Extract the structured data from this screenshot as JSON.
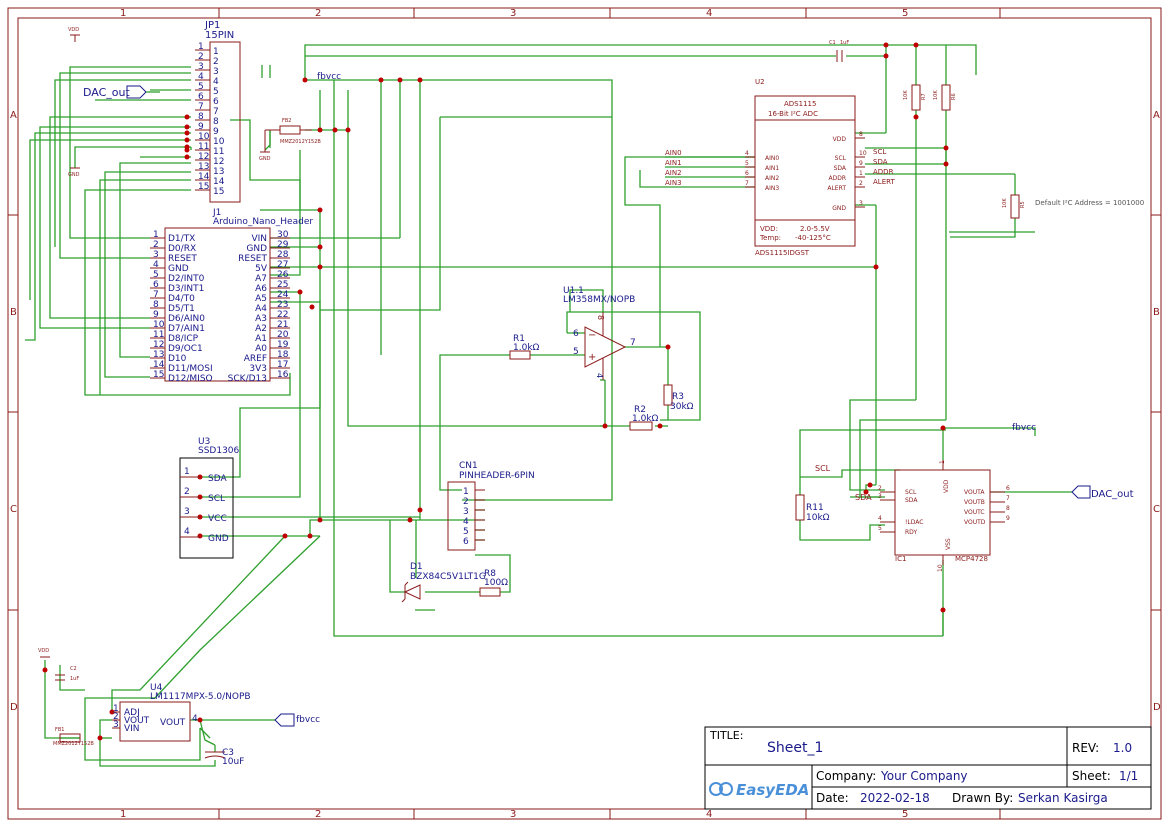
{
  "frame": {
    "cols": [
      "1",
      "2",
      "3",
      "4",
      "5"
    ],
    "rows": [
      "A",
      "B",
      "C",
      "D"
    ]
  },
  "title_block": {
    "title_label": "TITLE:",
    "title": "Sheet_1",
    "rev_label": "REV:",
    "rev": "1.0",
    "company_label": "Company:",
    "company": "Your Company",
    "sheet_label": "Sheet:",
    "sheet": "1/1",
    "date_label": "Date:",
    "date": "2022-02-18",
    "drawn_label": "Drawn By:",
    "drawn_by": "Serkan Kasirga",
    "logo": "EasyEDA"
  },
  "nets": {
    "fbvcc": "fbvcc",
    "dac_out": "DAC_out",
    "vdd": "VDD",
    "gnd": "GND",
    "scl": "SCL",
    "sda": "SDA"
  },
  "jp1": {
    "ref": "JP1",
    "name": "15PIN",
    "pins": [
      "1",
      "2",
      "3",
      "4",
      "5",
      "6",
      "7",
      "8",
      "9",
      "10",
      "11",
      "12",
      "13",
      "14",
      "15"
    ]
  },
  "fb2": {
    "ref": "FB2",
    "value": "MMZ2012Y152B"
  },
  "fb1": {
    "ref": "FB1",
    "value": "MMZ2012Y152B"
  },
  "c1": {
    "ref": "C1",
    "value": "1uF"
  },
  "c2": {
    "ref": "C2",
    "value": "1uF"
  },
  "c3": {
    "ref": "C3",
    "value": "10uF"
  },
  "j1": {
    "ref": "J1",
    "name": "Arduino_Nano_Header",
    "left_nums": [
      "1",
      "2",
      "3",
      "4",
      "5",
      "6",
      "7",
      "8",
      "9",
      "10",
      "11",
      "12",
      "13",
      "14",
      "15"
    ],
    "left_names": [
      "D1/TX",
      "D0/RX",
      "RESET",
      "GND",
      "D2/INT0",
      "D3/INT1",
      "D4/T0",
      "D5/T1",
      "D6/AIN0",
      "D7/AIN1",
      "D8/ICP",
      "D9/OC1",
      "D10",
      "D11/MOSI",
      "D12/MISO"
    ],
    "right_nums": [
      "30",
      "29",
      "28",
      "27",
      "26",
      "25",
      "24",
      "23",
      "22",
      "21",
      "20",
      "19",
      "18",
      "17",
      "16"
    ],
    "right_names": [
      "VIN",
      "GND",
      "RESET",
      "5V",
      "A7",
      "A6",
      "A5",
      "A4",
      "A3",
      "A2",
      "A1",
      "A0",
      "AREF",
      "3V3",
      "SCK/D13"
    ]
  },
  "u2": {
    "ref": "U2",
    "name": "ADS1115",
    "desc": "16-Bit I²C ADC",
    "part": "ADS1115IDGST",
    "vdd_note": "VDD:",
    "vdd_range": "2.0-5.5V",
    "temp_note": "Temp:",
    "temp_range": "-40-125°C",
    "left_pins": [
      {
        "name": "AIN0",
        "num": "4",
        "net": "AIN0"
      },
      {
        "name": "AIN1",
        "num": "5",
        "net": "AIN1"
      },
      {
        "name": "AIN2",
        "num": "6",
        "net": "AIN2"
      },
      {
        "name": "AIN3",
        "num": "7",
        "net": "AIN3"
      }
    ],
    "right_pins": [
      {
        "name": "VDD",
        "num": "8",
        "net": ""
      },
      {
        "name": "SCL",
        "num": "10",
        "net": "SCL"
      },
      {
        "name": "SDA",
        "num": "9",
        "net": "SDA"
      },
      {
        "name": "ADDR",
        "num": "1",
        "net": "ADDR"
      },
      {
        "name": "ALERT",
        "num": "2",
        "net": "ALERT"
      },
      {
        "name": "GND",
        "num": "3",
        "net": ""
      }
    ],
    "r_pullups": [
      "10K",
      "10K"
    ],
    "r_addr": "10K",
    "r_names": [
      "R7",
      "R6",
      "R5"
    ],
    "addr_note": "Default I²C Address = 1001000"
  },
  "u1": {
    "ref": "U1.1",
    "name": "LM358MX/NOPB",
    "pins": {
      "inv": "6",
      "noninv": "5",
      "out": "7",
      "vplus": "8",
      "vminus": "4"
    }
  },
  "r1": {
    "ref": "R1",
    "value": "1.0kΩ"
  },
  "r2": {
    "ref": "R2",
    "value": "1.0kΩ"
  },
  "r3": {
    "ref": "R3",
    "value": "30kΩ"
  },
  "r8": {
    "ref": "R8",
    "value": "100Ω"
  },
  "r11": {
    "ref": "R11",
    "value": "10kΩ"
  },
  "d1": {
    "ref": "D1",
    "name": "BZX84C5V1LT1G"
  },
  "u3": {
    "ref": "U3",
    "name": "SSD1306",
    "pins": [
      {
        "num": "1",
        "name": "SDA"
      },
      {
        "num": "2",
        "name": "SCL"
      },
      {
        "num": "3",
        "name": "VCC"
      },
      {
        "num": "4",
        "name": "GND"
      }
    ]
  },
  "cn1": {
    "ref": "CN1",
    "name": "PINHEADER-6PIN",
    "pins": [
      "1",
      "2",
      "3",
      "4",
      "5",
      "6"
    ]
  },
  "u4": {
    "ref": "U4",
    "name": "LM1117MPX-5.0/NOPB",
    "pins": [
      {
        "num": "1",
        "name": "ADJ"
      },
      {
        "num": "2",
        "name": "VOUT"
      },
      {
        "num": "3",
        "name": "VIN"
      }
    ],
    "right_pin": {
      "num": "4",
      "name": "VOUT"
    }
  },
  "ic1": {
    "ref": "IC1",
    "part": "MCP4728",
    "left_pins": [
      {
        "num": "2",
        "name": "SCL"
      },
      {
        "num": "3",
        "name": "SDA"
      },
      {
        "num": "4",
        "name": "!LDAC"
      },
      {
        "num": "5",
        "name": "RDY"
      }
    ],
    "right_pins": [
      {
        "num": "6",
        "name": "VOUTA"
      },
      {
        "num": "7",
        "name": "VOUTB"
      },
      {
        "num": "8",
        "name": "VOUTC"
      },
      {
        "num": "9",
        "name": "VOUTD"
      }
    ],
    "top_pin": {
      "num": "1",
      "name": "VDD"
    },
    "bottom_pin": {
      "num": "10",
      "name": "VSS"
    }
  }
}
